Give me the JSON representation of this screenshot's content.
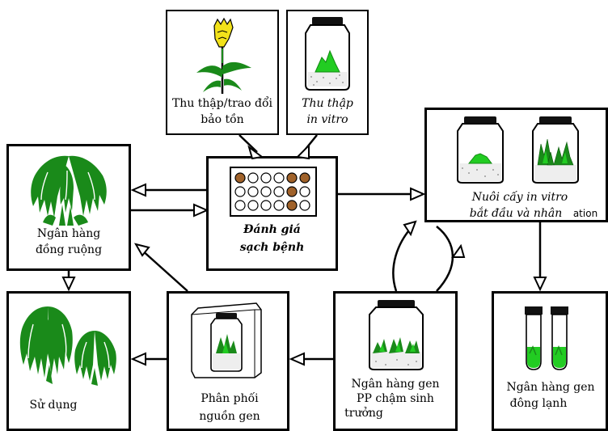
{
  "boxes": {
    "collect": {
      "line1": "Thu thập/trao đổi",
      "line2": "bảo tồn"
    },
    "collect_vitro": {
      "line1": "Thu thập",
      "line2": "in vitro"
    },
    "evaluate": {
      "line1": "Đánh giá",
      "line2": "sạch bệnh"
    },
    "culture": {
      "line1": "Nuôi cấy in vitro",
      "line2": "bắt đầu và nhân",
      "overflow": "ation"
    },
    "field_bank": {
      "line1": "Ngân hàng",
      "line2": "đồng ruộng"
    },
    "use": {
      "label": "Sử dụng"
    },
    "distribution": {
      "line1": "Phân phối",
      "line2": "nguồn gen"
    },
    "slow_growth": {
      "line1": "Ngân hàng gen",
      "line2": "PP chậm sinh",
      "line3": "trưởng"
    },
    "cryo": {
      "line1": "Ngân hàng gen",
      "line2": "đông lạnh"
    }
  },
  "colors": {
    "plant_green": "#1a8a1a",
    "bright_green": "#22cc22",
    "flower_yellow": "#f2e21a",
    "seed_brown": "#a0622a"
  }
}
